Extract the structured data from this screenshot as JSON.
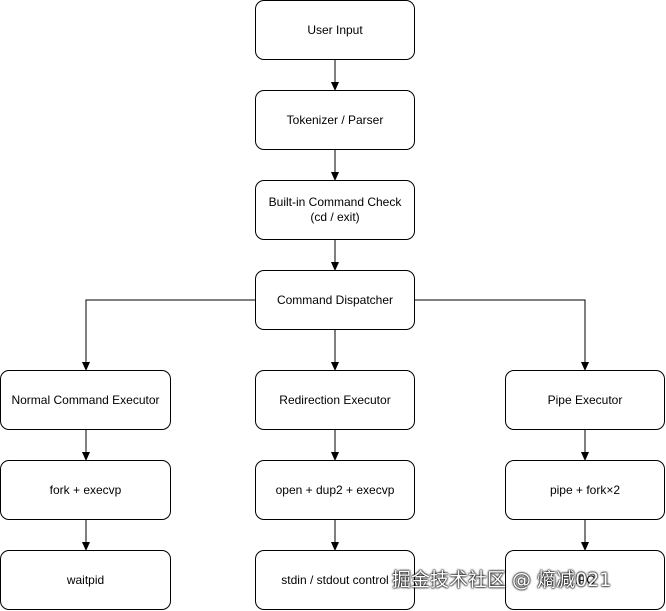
{
  "nodes": {
    "user_input": "User Input",
    "tokenizer": "Tokenizer / Parser",
    "builtin_check": "Built-in Command Check\n(cd / exit)",
    "dispatcher": "Command Dispatcher",
    "normal_executor": "Normal Command Executor",
    "redirection_executor": "Redirection Executor",
    "pipe_executor": "Pipe Executor",
    "fork_execvp": "fork + execvp",
    "open_dup2_execvp": "open + dup2 + execvp",
    "pipe_fork": "pipe + fork×2",
    "waitpid": "waitpid",
    "stdin_stdout": "stdin / stdout control",
    "ipc": "IPC"
  },
  "watermark": "掘金技术社区 @ 熵减021",
  "colors": {
    "stroke": "#000000",
    "fill": "#ffffff",
    "text": "#000000"
  }
}
